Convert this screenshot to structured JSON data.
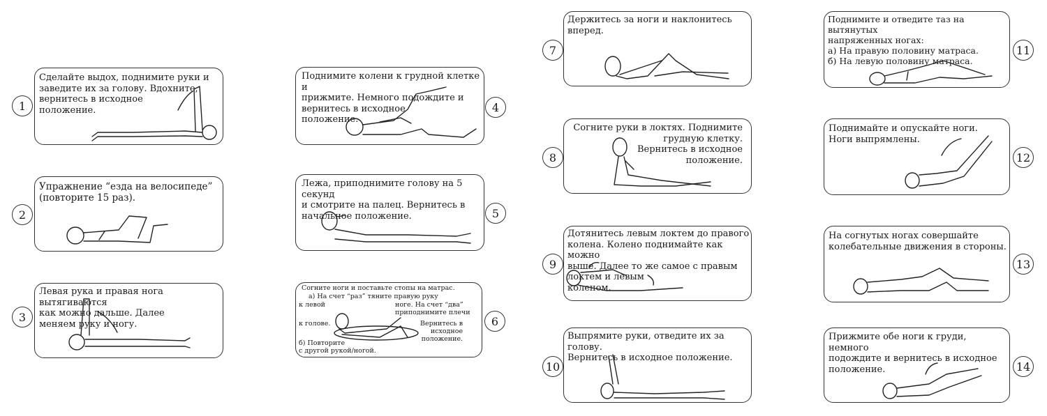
{
  "exercises": [
    {
      "num": "1",
      "text": "Сделайте выдох, поднимите руки и\nзаведите их за голову. Вдохните,\nвернитесь в исходное\nположение."
    },
    {
      "num": "2",
      "text": "Упражнение “езда на велосипеде”\n(повторите 15 раз)."
    },
    {
      "num": "3",
      "text": "Левая рука и правая нога вытягиваются\nкак можно дальше. Далее\nменяем руку и ногу."
    },
    {
      "num": "4",
      "text": "Поднимите колени к грудной клетке и\nприжмите. Немного подождите и\nвернитесь в исходное\nположение."
    },
    {
      "num": "5",
      "text": "Лежа, приподнимите голову на 5 секунд\nи смотрите на палец. Вернитесь в\nначальное положение."
    },
    {
      "num": "6",
      "t1": "Согните ноги и поставьте стопы на матрас.",
      "t2": "а) На счет “раз” тяните правую руку",
      "t3": "к левой",
      "t4": "ноге. На счет “два”\nприподнимите плечи",
      "t5": "к голове.",
      "t6": "Вернитесь в\nисходное\nположение.",
      "t7": "б) Повторите\nс другой рукой/ногой."
    },
    {
      "num": "7",
      "text": "Держитесь за ноги и наклонитесь вперед."
    },
    {
      "num": "8",
      "text": "Согните руки в локтях. Поднимите\nгрудную клетку.\nВернитесь в исходное\nположение."
    },
    {
      "num": "9",
      "text": "Дотянитесь левым локтем до правого\nколена. Колено поднимайте как можно\nвыше. Далее то же самое с правым\nлоктем и левым\nколеном."
    },
    {
      "num": "10",
      "text": "Выпрямите руки, отведите их за голову.\nВернитесь в исходное положение."
    },
    {
      "num": "11",
      "text": "Поднимите и отведите таз на вытянутых\nнапряженных ногах:\nа) На правую половину матраса.\nб) На левую половину матраса."
    },
    {
      "num": "12",
      "text": "Поднимайте и опускайте ноги.\nНоги выпрямлены."
    },
    {
      "num": "13",
      "text": "На согнутых ногах совершайте\nколебательные движения в стороны."
    },
    {
      "num": "14",
      "text": "Прижмите обе ноги к груди, немного\nподождите и вернитесь в исходное\nположение."
    }
  ]
}
